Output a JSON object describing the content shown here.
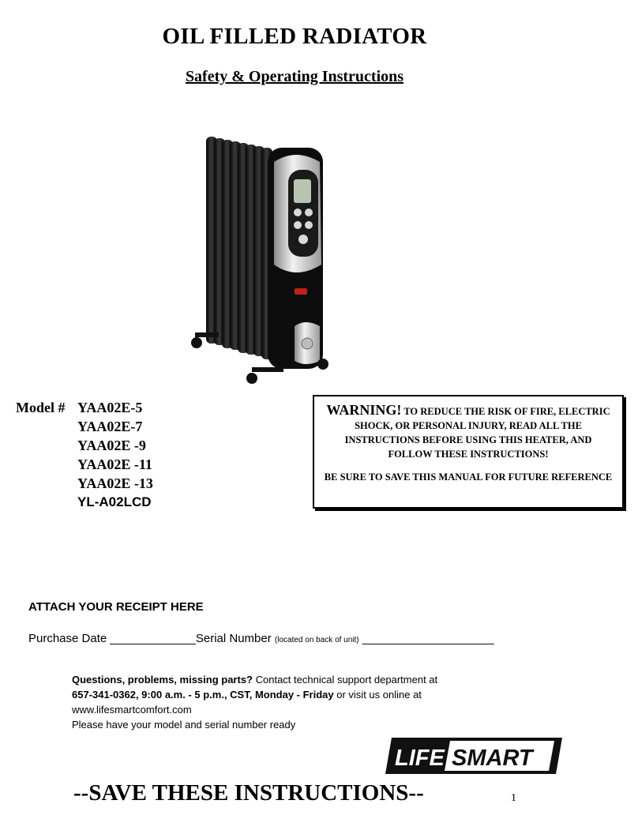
{
  "document": {
    "title": "OIL FILLED RADIATOR",
    "subtitle": "Safety & Operating Instructions",
    "model_label": "Model #",
    "models": [
      "YAA02E-5",
      "YAA02E-7",
      "YAA02E -9",
      "YAA02E -11",
      "YAA02E -13",
      "YL-A02LCD"
    ],
    "warning": {
      "heading": "WARNING!",
      "text": "TO REDUCE THE RISK OF FIRE, ELECTRIC SHOCK, OR PERSONAL INJURY, READ ALL THE INSTRUCTIONS BEFORE USING THIS HEATER, AND FOLLOW THESE INSTRUCTIONS!",
      "save_note": "BE SURE TO SAVE THIS MANUAL FOR FUTURE REFERENCE"
    },
    "receipt": {
      "heading": "ATTACH YOUR RECEIPT HERE",
      "purchase_label": "Purchase Date",
      "purchase_blank": "_____________",
      "serial_label": "Serial Number",
      "serial_note": "(located on back of unit)",
      "serial_blank": "____________________"
    },
    "support": {
      "q_bold": "Questions, problems, missing parts?",
      "q_text": " Contact technical support department at",
      "phone_bold": "657-341-0362, 9:00 a.m. - 5 p.m., CST, Monday - Friday",
      "phone_text": " or visit us online at",
      "website": "www.lifesmartcomfort.com",
      "note": "Please have your model and serial number ready"
    },
    "logo": {
      "word1": "LIFE",
      "word2": "SMART"
    },
    "footer": "--SAVE THESE INSTRUCTIONS--",
    "page_number": "1"
  }
}
